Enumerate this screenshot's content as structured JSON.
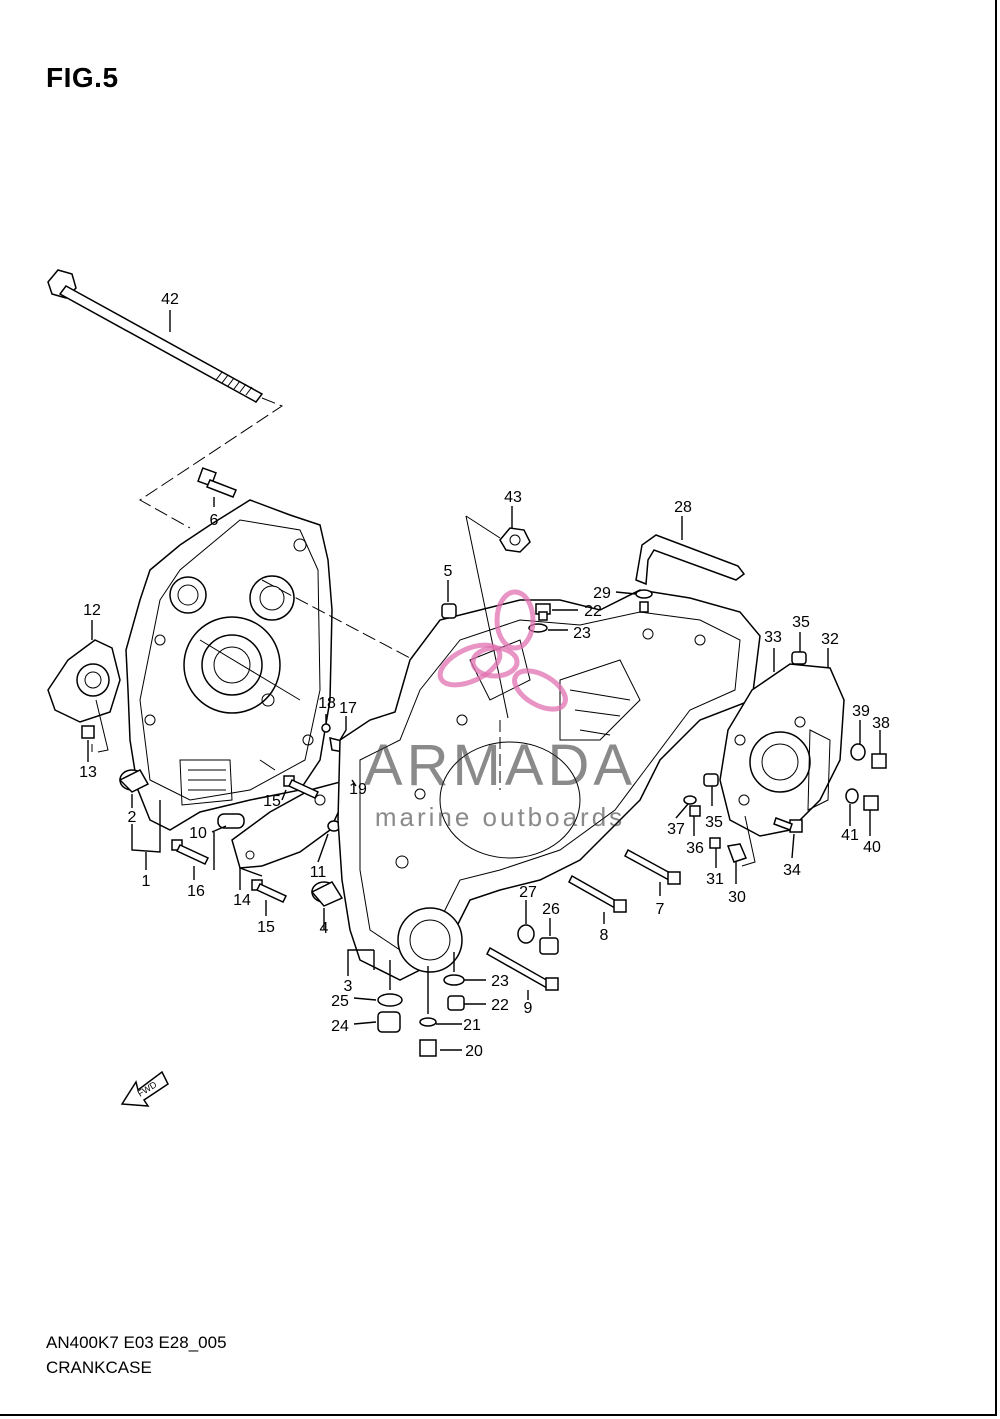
{
  "figure": {
    "title": "FIG.5",
    "model_code": "AN400K7 E03 E28_005",
    "caption": "CRANKCASE",
    "fwd_label": "FWD"
  },
  "watermark": {
    "brand": "ARMADA",
    "tagline": "marine outboards",
    "logo_color": "#e070b0"
  },
  "callouts": [
    {
      "id": "1",
      "text": "1"
    },
    {
      "id": "2",
      "text": "2"
    },
    {
      "id": "3",
      "text": "3"
    },
    {
      "id": "4",
      "text": "4"
    },
    {
      "id": "5",
      "text": "5"
    },
    {
      "id": "6",
      "text": "6"
    },
    {
      "id": "7",
      "text": "7"
    },
    {
      "id": "8",
      "text": "8"
    },
    {
      "id": "9",
      "text": "9"
    },
    {
      "id": "10",
      "text": "10"
    },
    {
      "id": "11",
      "text": "11"
    },
    {
      "id": "12",
      "text": "12"
    },
    {
      "id": "13",
      "text": "13"
    },
    {
      "id": "14",
      "text": "14"
    },
    {
      "id": "15a",
      "text": "15"
    },
    {
      "id": "15b",
      "text": "15"
    },
    {
      "id": "16",
      "text": "16"
    },
    {
      "id": "17",
      "text": "17"
    },
    {
      "id": "18",
      "text": "18"
    },
    {
      "id": "19",
      "text": "19"
    },
    {
      "id": "20",
      "text": "20"
    },
    {
      "id": "21",
      "text": "21"
    },
    {
      "id": "22a",
      "text": "22"
    },
    {
      "id": "22b",
      "text": "22"
    },
    {
      "id": "23a",
      "text": "23"
    },
    {
      "id": "23b",
      "text": "23"
    },
    {
      "id": "24",
      "text": "24"
    },
    {
      "id": "25",
      "text": "25"
    },
    {
      "id": "26",
      "text": "26"
    },
    {
      "id": "27",
      "text": "27"
    },
    {
      "id": "28",
      "text": "28"
    },
    {
      "id": "29",
      "text": "29"
    },
    {
      "id": "30",
      "text": "30"
    },
    {
      "id": "31",
      "text": "31"
    },
    {
      "id": "32",
      "text": "32"
    },
    {
      "id": "33",
      "text": "33"
    },
    {
      "id": "34",
      "text": "34"
    },
    {
      "id": "35a",
      "text": "35"
    },
    {
      "id": "35b",
      "text": "35"
    },
    {
      "id": "36",
      "text": "36"
    },
    {
      "id": "37",
      "text": "37"
    },
    {
      "id": "38",
      "text": "38"
    },
    {
      "id": "39",
      "text": "39"
    },
    {
      "id": "40",
      "text": "40"
    },
    {
      "id": "41",
      "text": "41"
    },
    {
      "id": "42",
      "text": "42"
    },
    {
      "id": "43",
      "text": "43"
    }
  ]
}
